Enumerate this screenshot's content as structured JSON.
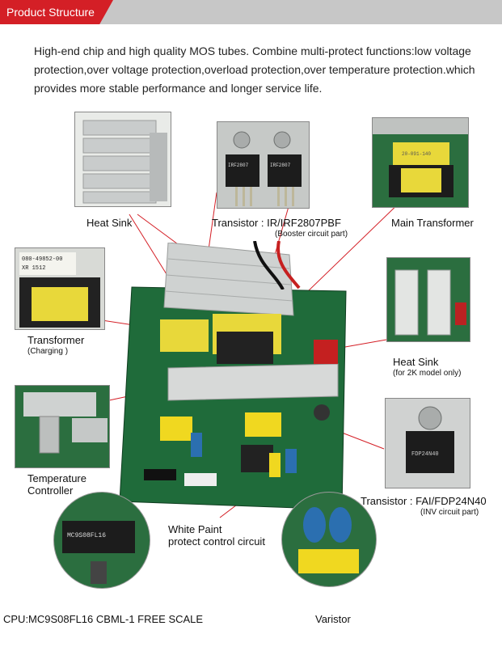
{
  "header": {
    "title": "Product Structure"
  },
  "intro": "High-end chip and high quality MOS tubes. Combine multi-protect functions:low voltage protection,over voltage protection,overload protection,over temperature protection.which provides more stable performance and longer service life.",
  "labels": {
    "heat_sink_top": "Heat Sink",
    "transistor_irf": "Transistor : IR/IRF2807PBF",
    "transistor_irf_note": "(Booster circuit part)",
    "main_transformer": "Main Transformer",
    "transformer": "Transformer",
    "transformer_note": "(Charging )",
    "heat_sink_right": "Heat Sink",
    "heat_sink_right_note": "(for 2K model only)",
    "temperature_controller_1": "Temperature",
    "temperature_controller_2": "Controller",
    "transistor_fai": "Transistor : FAI/FDP24N40",
    "transistor_fai_note": "(INV circuit part)",
    "white_paint_1": "White Paint",
    "white_paint_2": "protect control circuit",
    "cpu": "CPU:MC9S08FL16 CBML-1 FREE SCALE",
    "varistor": "Varistor"
  },
  "photo_text": {
    "irf_chip_1": "IRF2807",
    "irf_chip_2": "IRF2807",
    "transformer_sticker_1": "080-49852-00",
    "transformer_sticker_2": "XR      1512",
    "main_transformer_sticker": "20-091-140",
    "fai_chip_1": "FDP24N40",
    "cpu_chip": "MC9S08FL16"
  },
  "colors": {
    "accent": "#d41f26",
    "header_bar": "#c7c7c7",
    "pcb": "#1f6b3a",
    "transformer_yellow": "#e8d83a",
    "leader": "#d41f26"
  }
}
